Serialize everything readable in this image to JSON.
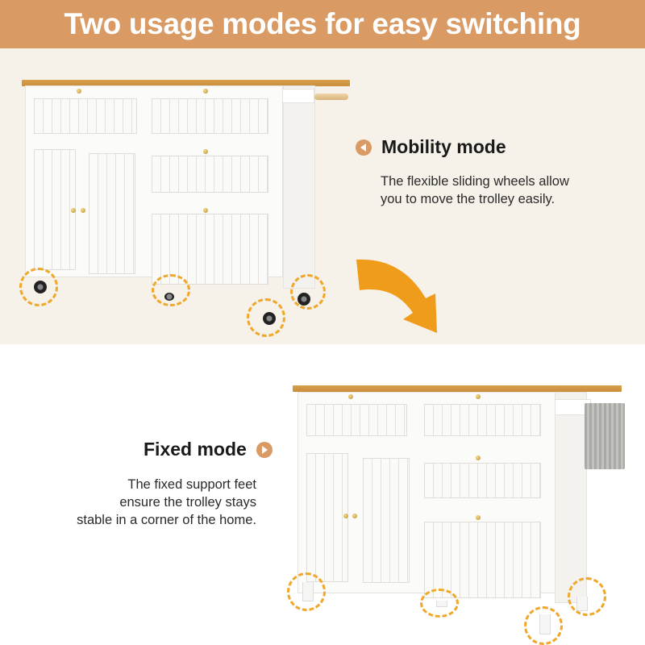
{
  "banner": {
    "title": "Two usage modes for easy switching"
  },
  "mobility": {
    "title": "Mobility mode",
    "icon": "play-left-icon",
    "description_lines": [
      "The flexible sliding wheels allow",
      "you to move the trolley easily."
    ]
  },
  "fixed": {
    "title": "Fixed mode",
    "icon": "play-right-icon",
    "description_lines": [
      "The fixed support feet",
      "ensure the trolley stays",
      "stable in a corner of the home."
    ]
  },
  "colors": {
    "accent": "#d99a63",
    "arrow": "#ef9c1a",
    "dashed_highlight": "#f0a82a",
    "top_background": "#f6f1e9",
    "bottom_background": "#ffffff"
  }
}
